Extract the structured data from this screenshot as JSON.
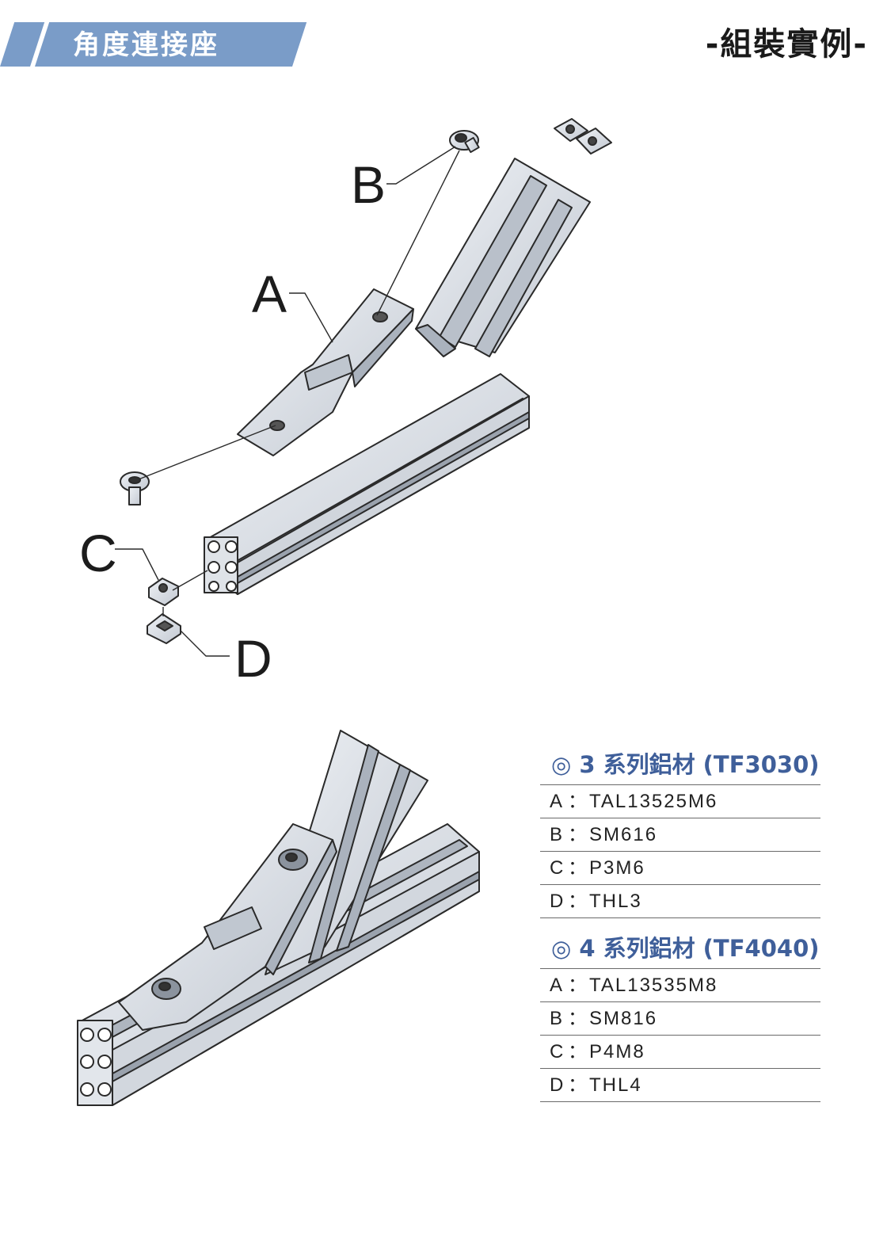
{
  "header": {
    "section_title": "角度連接座",
    "example_title": "-組裝實例-"
  },
  "callouts": {
    "a": "A",
    "b": "B",
    "c": "C",
    "d": "D"
  },
  "colors": {
    "header_accent": "#7a9cc8",
    "heading_text": "#3f5f9a",
    "aluminum": "#d7dce3",
    "outline": "#2a2a2a"
  },
  "specs": [
    {
      "heading": "3 系列鋁材 (TF3030)",
      "rows": [
        {
          "key": "A",
          "sep": "：",
          "value": "TAL13525M6"
        },
        {
          "key": "B",
          "sep": "：",
          "value": "SM616"
        },
        {
          "key": "C",
          "sep": "：",
          "value": "P3M6"
        },
        {
          "key": "D",
          "sep": "：",
          "value": "THL3"
        }
      ]
    },
    {
      "heading": "4 系列鋁材 (TF4040)",
      "rows": [
        {
          "key": "A",
          "sep": "：",
          "value": "TAL13535M8"
        },
        {
          "key": "B",
          "sep": "：",
          "value": "SM816"
        },
        {
          "key": "C",
          "sep": "：",
          "value": "P4M8"
        },
        {
          "key": "D",
          "sep": "：",
          "value": "THL4"
        }
      ]
    }
  ],
  "icons": {
    "bullet": "double-circle-icon"
  }
}
